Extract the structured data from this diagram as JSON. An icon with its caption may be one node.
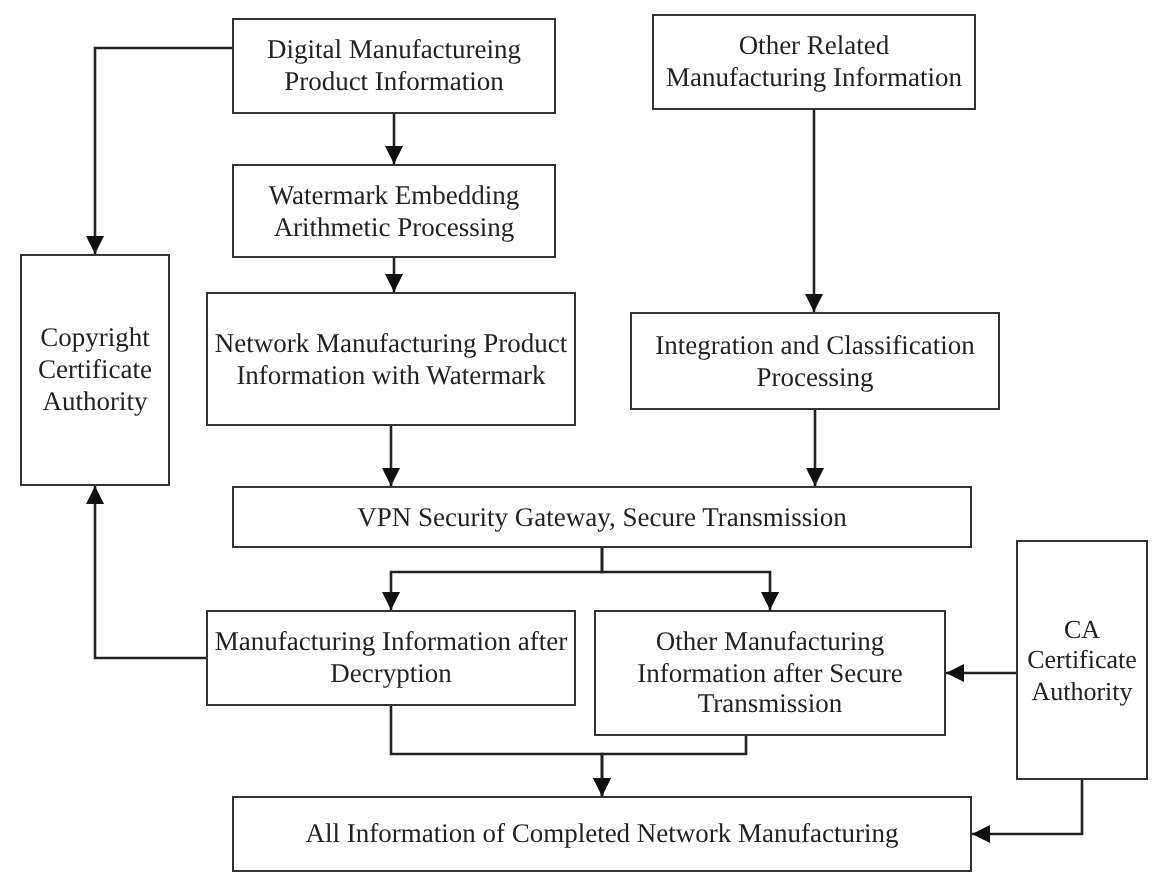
{
  "diagram": {
    "nodes": [
      {
        "text": [
          "Digital Manufactureing Product Information"
        ]
      },
      {
        "text": [
          "Other Related Manufacturing Information"
        ]
      },
      {
        "text": [
          "Watermark Embedding Arithmetic Processing"
        ]
      },
      {
        "text": [
          "Copyright Certificate Authority"
        ]
      },
      {
        "text": [
          "Network Manufacturing Product Information with Watermark"
        ]
      },
      {
        "text": [
          "Integration and Classification Processing"
        ]
      },
      {
        "text": [
          "VPN Security Gateway, Secure Transmission"
        ]
      },
      {
        "text": [
          "Manufacturing Information after Decryption"
        ]
      },
      {
        "text": [
          "Other Manufacturing Information after Secure Transmission"
        ]
      },
      {
        "text": [
          "CA Certificate Authority"
        ]
      },
      {
        "text": [
          "All Information of Completed Network Manufacturing"
        ]
      }
    ],
    "edges": [
      {
        "from": 0,
        "to": 2,
        "arrow": "to"
      },
      {
        "from": 0,
        "to": 3,
        "arrow": "to"
      },
      {
        "from": 2,
        "to": 4,
        "arrow": "to"
      },
      {
        "from": 4,
        "to": 6,
        "arrow": "to"
      },
      {
        "from": 1,
        "to": 5,
        "arrow": "to"
      },
      {
        "from": 5,
        "to": 6,
        "arrow": "to"
      },
      {
        "from": 6,
        "to": 7,
        "arrow": "to"
      },
      {
        "from": 6,
        "to": 8,
        "arrow": "to"
      },
      {
        "from": 7,
        "to": 3,
        "arrow": "to"
      },
      {
        "from": 7,
        "to": 10,
        "arrow": "to"
      },
      {
        "from": 8,
        "to": 10,
        "arrow": "to"
      },
      {
        "from": 9,
        "to": 8,
        "arrow": "to"
      },
      {
        "from": 9,
        "to": 10,
        "arrow": "to"
      }
    ]
  }
}
